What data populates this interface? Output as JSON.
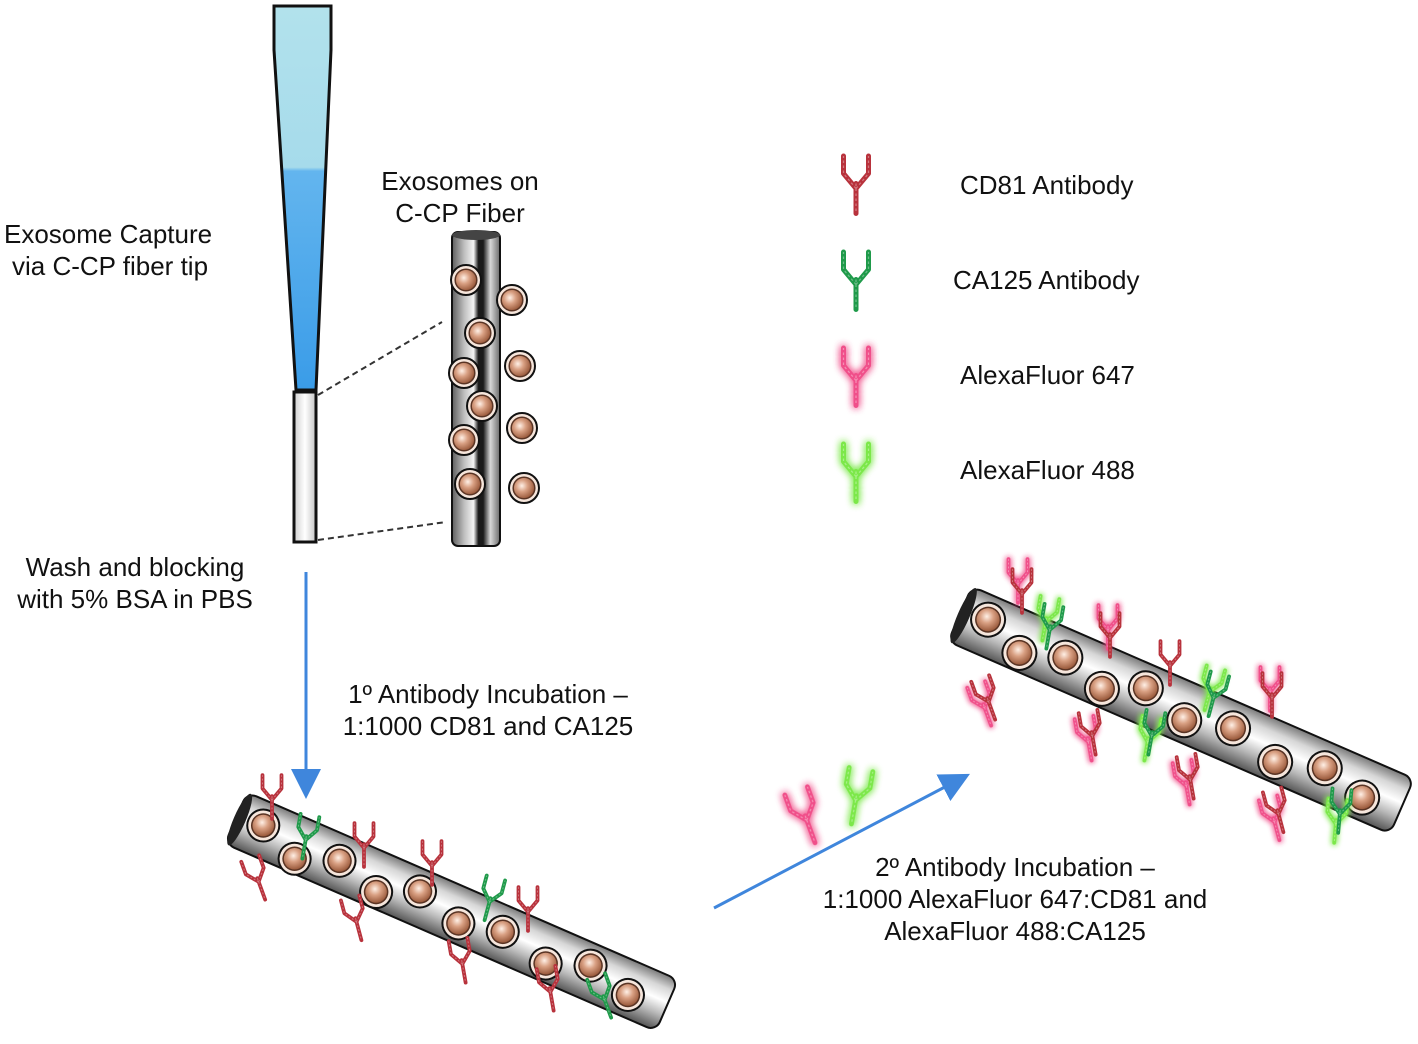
{
  "labels": {
    "capture": [
      "Exosome Capture",
      "via C-CP fiber tip"
    ],
    "fiber_title": [
      "Exosomes on",
      "C-CP Fiber"
    ],
    "wash": [
      "Wash and blocking",
      "with 5% BSA in PBS"
    ],
    "primary": [
      "1º Antibody Incubation –",
      "1:1000 CD81 and CA125"
    ],
    "secondary": [
      "2º Antibody Incubation –",
      "1:1000 AlexaFluor 647:CD81 and",
      "AlexaFluor 488:CA125"
    ]
  },
  "legend": [
    {
      "label": "CD81 Antibody",
      "color": "#b8323c",
      "glow": false
    },
    {
      "label": "CA125 Antibody",
      "color": "#1f9a4a",
      "glow": false
    },
    {
      "label": "AlexaFluor 647",
      "color": "#f0508a",
      "glow": true
    },
    {
      "label": "AlexaFluor 488",
      "color": "#7be84a",
      "glow": true
    }
  ],
  "colors": {
    "cd81": "#b8323c",
    "ca125": "#1f9a4a",
    "af647": "#f0508a",
    "af488": "#7be84a",
    "arrow": "#3f86dc",
    "exosome": "#c98d6e"
  }
}
